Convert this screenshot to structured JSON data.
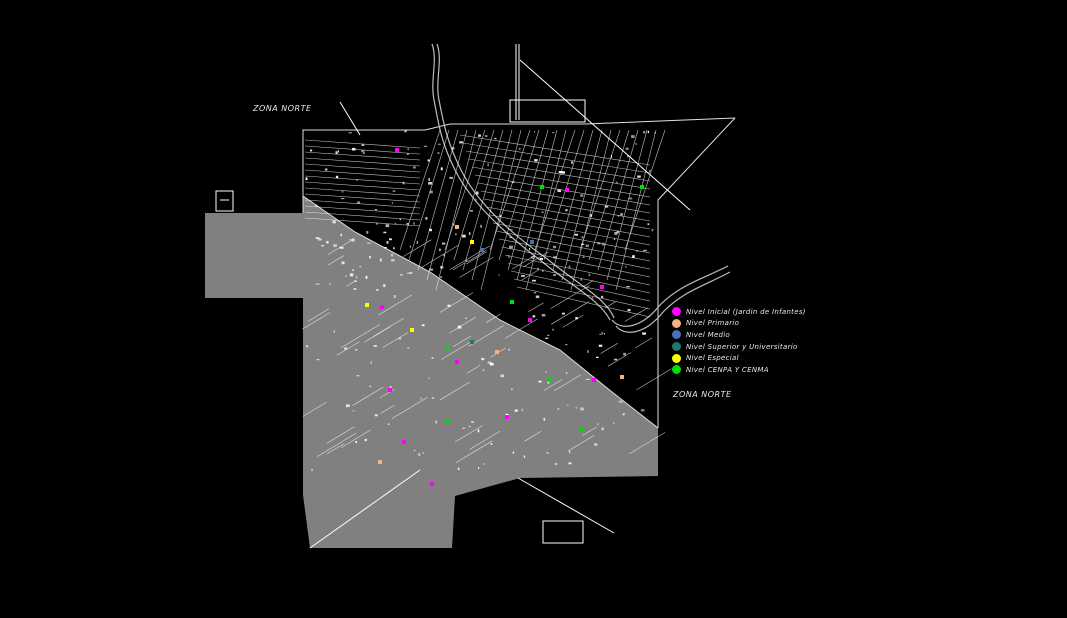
{
  "map": {
    "labels": {
      "zona_norte_top": "ZONA NORTE",
      "zona_norte_right": "ZONA NORTE"
    },
    "colors": {
      "background": "#000000",
      "zone_fill": "#808080",
      "streets": "#ffffff",
      "river": "#bfbfbf"
    },
    "legend": [
      {
        "label": "Nivel Inicial (Jardin de Infantes)",
        "color": "#ff00ff"
      },
      {
        "label": "Nivel Primario",
        "color": "#f4b183"
      },
      {
        "label": "Nivel Medio",
        "color": "#4a6fb5"
      },
      {
        "label": "Nivel Superior y Universitario",
        "color": "#1f7a6a"
      },
      {
        "label": "Nivel Especial",
        "color": "#ffff00"
      },
      {
        "label": "Nivel CENPA Y CENMA",
        "color": "#00e000"
      }
    ]
  }
}
